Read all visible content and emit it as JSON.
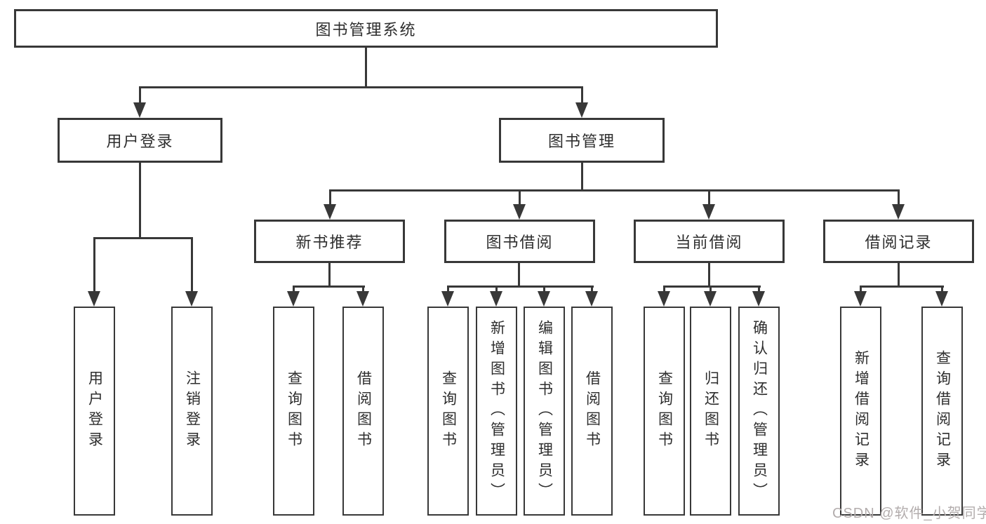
{
  "diagram": {
    "type": "tree",
    "root": {
      "label": "图书管理系统",
      "children": [
        {
          "label": "用户登录",
          "children": [
            {
              "label": "用户登录"
            },
            {
              "label": "注销登录"
            }
          ]
        },
        {
          "label": "图书管理",
          "children": [
            {
              "label": "新书推荐",
              "children": [
                {
                  "label": "查询图书"
                },
                {
                  "label": "借阅图书"
                }
              ]
            },
            {
              "label": "图书借阅",
              "children": [
                {
                  "label": "查询图书"
                },
                {
                  "label": "新增图书（管理员）"
                },
                {
                  "label": "编辑图书（管理员）"
                },
                {
                  "label": "借阅图书"
                }
              ]
            },
            {
              "label": "当前借阅",
              "children": [
                {
                  "label": "查询图书"
                },
                {
                  "label": "归还图书"
                },
                {
                  "label": "确认归还（管理员）"
                }
              ]
            },
            {
              "label": "借阅记录",
              "children": [
                {
                  "label": "新增借阅记录"
                },
                {
                  "label": "查询借阅记录"
                }
              ]
            }
          ]
        }
      ]
    }
  },
  "watermark": "CSDN @软件_小贺同学",
  "colors": {
    "line": "#383838",
    "text": "#2e2e2e",
    "watermark": "#b3adad",
    "background": "#ffffff"
  }
}
